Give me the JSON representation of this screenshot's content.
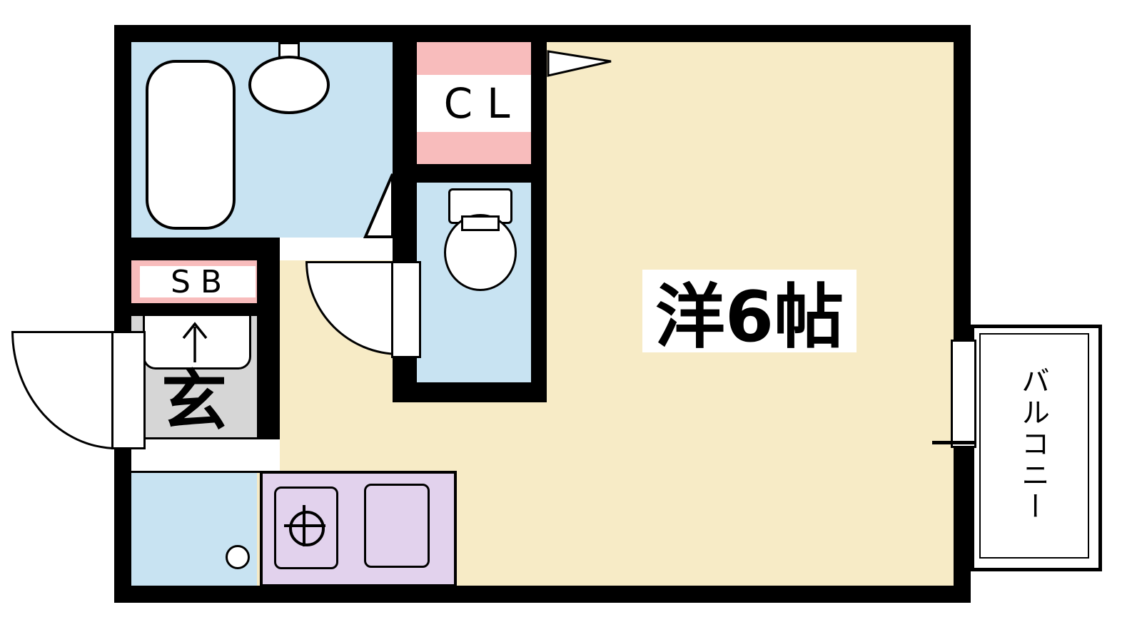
{
  "plan": {
    "labels": {
      "main_room": "洋6帖",
      "closet": "CL",
      "shoe_box": "SB",
      "entrance": "玄",
      "balcony": "バルコニー"
    },
    "colors": {
      "wall": "#000000",
      "floor": "#F7EBC6",
      "wet_area": "#C8E3F2",
      "accent_pink": "#F8BCBC",
      "entrance_gray": "#D6D6D6",
      "kitchen_counter": "#E2D2ED",
      "fixture": "#FFFFFF"
    }
  }
}
